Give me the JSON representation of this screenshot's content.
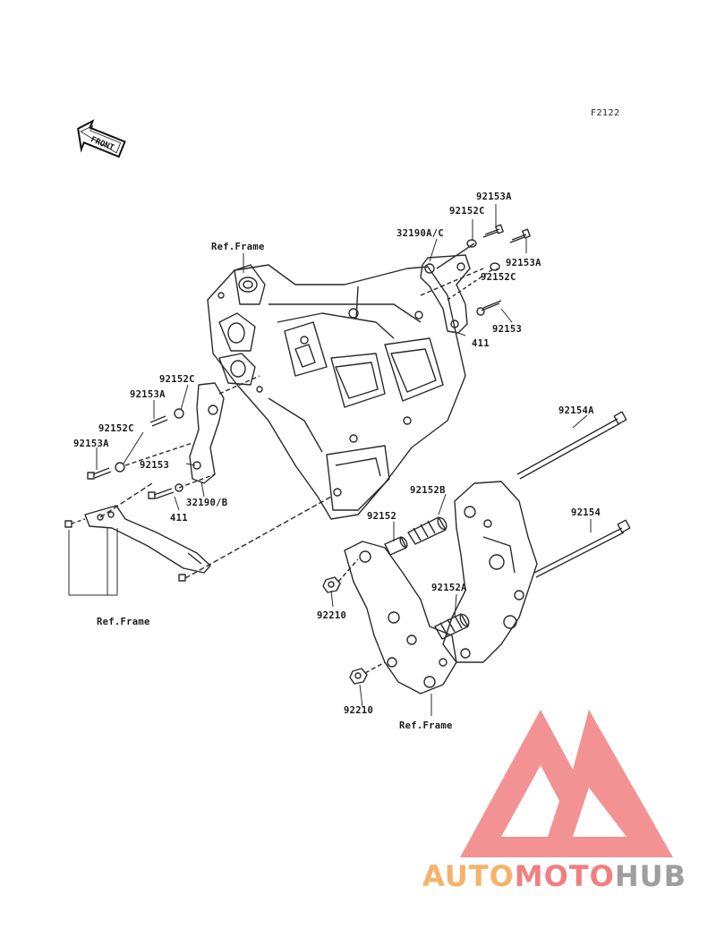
{
  "figure_code": "F2122",
  "front_label": "FRONT",
  "labels": {
    "ref_frame_top": "Ref.Frame",
    "ref_frame_left": "Ref.Frame",
    "ref_frame_bottom": "Ref.Frame",
    "p92153A_top1": "92153A",
    "p92152C_top1": "92152C",
    "p32190AC": "32190A/C",
    "p92153A_top2": "92153A",
    "p92152C_top2": "92152C",
    "p92153_top": "92153",
    "p411_top": "411",
    "p92152C_left1": "92152C",
    "p92153A_left1": "92153A",
    "p92152C_left2": "92152C",
    "p92153A_left2": "92153A",
    "p92153_left": "92153",
    "p32190B": "32190/B",
    "p411_left": "411",
    "p92154A": "92154A",
    "p92152B": "92152B",
    "p92152": "92152",
    "p92154": "92154",
    "p92152A": "92152A",
    "p92210_a": "92210",
    "p92210_b": "92210"
  },
  "watermark": {
    "part1": "AUTO",
    "part2": "MOTO",
    "part3": "HUB"
  },
  "colors": {
    "line": "#2a2a2a",
    "logo_red": "#f08080",
    "logo_orange": "#f6b26b",
    "logo_gray": "#9e9e9e"
  }
}
